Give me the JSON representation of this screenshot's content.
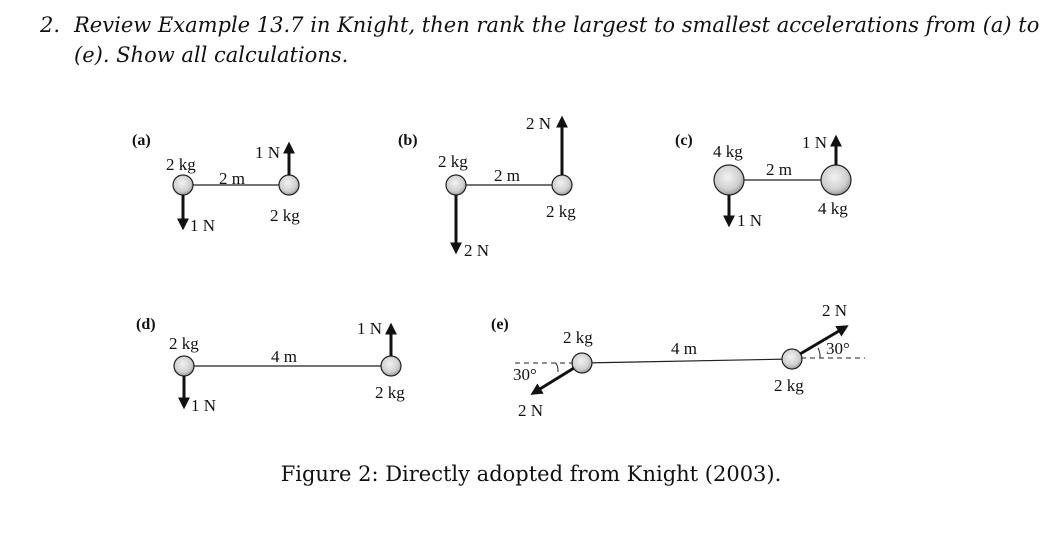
{
  "question": {
    "number": "2.",
    "text": "Review Example 13.7 in Knight, then rank the largest to smallest accelerations from (a) to (e). Show all calculations."
  },
  "panels": {
    "a": {
      "label": "(a)",
      "left_mass": "2 kg",
      "right_mass": "2 kg",
      "separation": "2 m",
      "left_force": "1 N",
      "right_force": "1 N"
    },
    "b": {
      "label": "(b)",
      "left_mass": "2 kg",
      "right_mass": "2 kg",
      "separation": "2 m",
      "left_force": "2 N",
      "right_force": "2 N"
    },
    "c": {
      "label": "(c)",
      "left_mass": "4 kg",
      "right_mass": "4 kg",
      "separation": "2 m",
      "left_force": "1 N",
      "right_force": "1 N"
    },
    "d": {
      "label": "(d)",
      "left_mass": "2 kg",
      "right_mass": "2 kg",
      "separation": "4 m",
      "left_force": "1 N",
      "right_force": "1 N"
    },
    "e": {
      "label": "(e)",
      "left_mass": "2 kg",
      "right_mass": "2 kg",
      "separation": "4 m",
      "left_force": "2 N",
      "right_force": "2 N",
      "left_angle": "30°",
      "right_angle": "30°"
    }
  },
  "caption": "Figure 2: Directly adopted from Knight (2003)."
}
